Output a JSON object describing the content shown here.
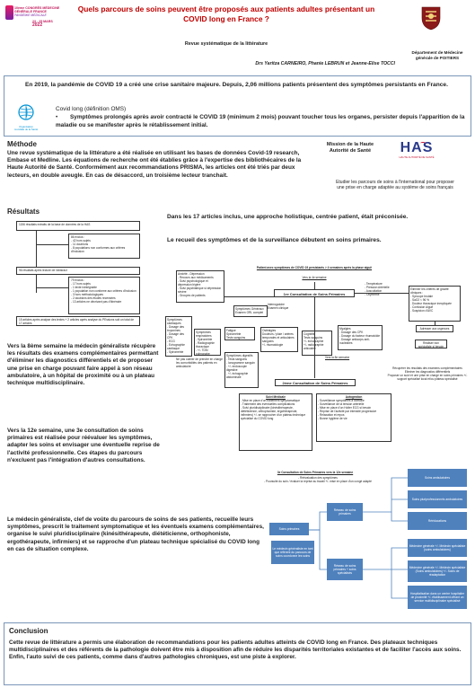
{
  "header": {
    "congress_line1": "10ème CONGRÈS MÉDECINE",
    "congress_line2": "GÉNÉRALE FRANCE",
    "congress_line3": "PANDÉMIE MÉDICALE",
    "congress_dates": "23 - 25 MARS",
    "congress_year": "2022",
    "title": "Quels parcours de soins peuvent être proposés aux patients adultes présentant un COVID long en France ?",
    "subtitle": "Revue systématique de la littérature",
    "authors": "Drs Yaritza CARNEIRO, Phanie LEBRUN et Jeanne-Elise TOCCI",
    "dept_line1": "Département de Médecine",
    "dept_line2": "générale de POITIERS"
  },
  "intro": {
    "text": "En 2019, la pandémie de COVID 19 a créé une crise sanitaire majeure. Depuis, 2,06 millions patients présentent des symptômes persistants en France."
  },
  "oms": {
    "org_line1": "Organisation",
    "org_line2": "mondiale de la Santé",
    "definition_title": "Covid long (définition OMS)",
    "definition_text": "Symptômes prolongés après avoir contracté le COVID 19 (minimum 2 mois) pouvant toucher tous les organes, persister depuis l'apparition de la maladie ou se manifester après le rétablissement initial."
  },
  "methode": {
    "heading": "Méthode",
    "text": "Une revue systématique de la littérature a été réalisée en utilisant les bases de données Covid-19 research, Embase et Medline. Les équations de recherche ont été établies grâce à l'expertise des bibliothécaires de la Haute Autorité de Santé. Conformément aux recommandations PRISMA, les articles ont été triés par deux lecteurs, en double aveugle. En cas de désaccord, un troisième lecteur tranchait.",
    "has_mission_title": "Mission de la Haute Autorité de Santé",
    "has_logo_text": "HAS",
    "has_logo_sub": "HAUTE AUTORITÉ DE SANTÉ",
    "has_mission_text": "Etudier les parcours de soins à l'international pour proposer une prise en charge adaptée au système de soins français"
  },
  "resultats": {
    "heading": "Résultats",
    "prisma": {
      "box1": "1156 résultats extraits de la base de données de la HAS",
      "box2_excl": "86 exclus :\n- 42 hors sujets\n- 11 doublons\n- 8 populations non conformes aux critères d'inclusion",
      "box3": "96 résultats après lecture de l'abstract",
      "box4_excl": "79 exclus :\n- 17 hors sujets\n- 1 texte inintégrable\n- 1 population non conforme aux critères d'inclusion\n- 3 hors méthodologiques\n- 2 doublons des études recensées\n- 13 articles ne décrivant pas d'itinéraire",
      "box5": "15 articles après analyse des textes + 2 articles après analyse du PEssions soit un total de 17 articles"
    },
    "text_holistic": "Dans les 17 articles inclus, une approche holistique, centrée patient, était préconisée.",
    "text_recueil": "Le recueil des symptômes et de la surveillance débutent en soins primaires.",
    "text_3e_semaine": "Vers la 8ème semaine la médecin généraliste récupère les résultats des examens complémentaires permettant d'éliminer les diagnostics différentiels et de proposer une prise en charge pouvant faire appel à son réseau ambulatoire, à un hôpital de proximité ou à un plateau technique multidisciplinaire.",
    "text_12e_semaine": "Vers la 12e semaine, une 3e consultation de soins primaires est réalisée pour réévaluer les symptômes, adapter les soins et envisager une éventuelle reprise de l'activité professionnelle. Ces étapes du parcours n'excluent pas l'intégration d'autres consultations.",
    "text_mg": "Le médecin généraliste, clef de voûte du parcours de soins de ses patients, recueille leurs symptômes, prescrit le traitement symptomatique et les éventuels examens complémentaires, organise le suivi pluridisciplinaire (kinésithérapeute, diététicienne, orthophoniste, ergothérapeute, infirmiers) et se rapproche d'un plateau technique spécialisé du COVID long en cas de situation complexe."
  },
  "flow": {
    "top_label": "Patient avec symptômes de COVID 19 persistants > 4 semaines après la phase aiguë",
    "vers_4e": "Vers la 4e semaine",
    "consult1": "1re Consultation de Soins Primaires",
    "interrogatoire": "- Interrogatoire\n- Examen clinique",
    "constantes": "- Température\n- Pression Artérielle\n- Auscultation\n- Oxymétrie",
    "eliminer": "Eliminer les critères de gravité cliniques :\n- Syncope brutale\n- SaO2 < 96 %\n- Douleur thoracique inexpliquée\n- Confusion Aiguë\n- Suspicion d'AVC",
    "adresser": "Adresser aux urgences",
    "anxiete": "Anxiété - Dépression\n- Recours aux médicaments\n- Suivi psychologique et dépression légère\n- Suivi psychiatrique si dépression sévère\n- Groupes de patients",
    "general": "Symptômes Généraux\nExamen ORL complet",
    "cardio": "Symptômes cardiaques\n- Dosage des troponines\n- Dosage des CPK\n- ECG\n- Echographie cardiaque\n- Spirométrie",
    "respi": "Symptômes respiratoires\n- Spirométrie\n- Radiographie thoracique\n- +/- TDM pulmonaire",
    "fatigue": "Fatigue\nSpirométrie\nTests sanguins",
    "ortho": "Ostéalgies\nDouleurs / plaie / artères temporales et articulaires\nsanguins\n+/- rhumatologie",
    "cognitif": "Cognitifs\nTests sanguins\n+/- échographie\n+/- radiographie articulaire",
    "myalgies": "Myalgies\n- Dosage des CPK\n- Dosage du facteur rhumatoïde\n- Dosage anticorps anti-nucléaires",
    "digest": "Symptômes digestifs\n- Tests sanguins\n- Ionogramme sanguin\n- +/- endoscopie digestive\n- +/- échographie abdominale",
    "gerer": "Réaliser bon spécialiste si besoin",
    "nutrition": "Ne pas oublier de prendre en charge les comorbidités des patients en ambulatoire",
    "vers_8e": "Vers la 8e semaine",
    "ressourcer": "Récupérer les résultats des examens complémentaires\nEliminer les diagnostics différentiels\nProposer un suivi et une prise en charge en soins primaires +/- support spécialisé local et/ou plateau spécialisé",
    "consult2": "2ème Consultation de Soins Primaires",
    "suivi_med_title": "Suivi Médicale",
    "suivi_med": "- Mise en place d'un traitement symptomatique\n- Traitement des éventuelles complications\n- Suivi pluridisciplinaire (kinésithérapeute, diététicienne, orthophoniste, ergothérapeute, infirmiers) +/- se rapprocher d'un plateau technique spécialisé du COVID long",
    "autogestion_title": "Autogestion",
    "autogestion": "- Surveillance symptômes à domicile\n- Surveillance de la tension artérielle\n- Mise en place d'un Holter ECG si besoin\n- Reprise de l'activité par intensité progressive\n- Relaxation et repos\n- Bonne hygiène de vie",
    "consult3": "3e Consultation de Soins Primaires vers la 12e semaine",
    "consult3_sub": "- Réévaluation des symptômes\n- Poursuite du soin / évaluer la reprise au travail +/- mise en place d'un congé adapté"
  },
  "blue_diagram": {
    "soins_primaires": "Soins primaires",
    "mg_desc": "Le médecin généraliste en tant que référent du parcours de soins coordonne les soins",
    "reseau": "Réseau de soins primaires",
    "reseau2": "Réseau de soins primaires + soins spécialisés",
    "r1": "Soins ambulatoires",
    "r2": "Soins pluriprofessionnels ambulatoires",
    "r3": "Rééducations",
    "r4": "Médecine générale +/- Médecin spécialiste (soins ambulatoires)",
    "r5": "Médecine générale +/- Médecin spécialiste (Soins ambulatoires) +/- Soins de réadaptation",
    "r6": "Hospitalisation dans un centre hospitalier de proximité +/- établissement offrant un service multidisciplinaire spécialisé"
  },
  "conclusion": {
    "heading": "Conclusion",
    "text": "Cette revue de littérature a permis une élaboration de recommandations pour les patients adultes atteints de COVID long en France. Des plateaux techniques multidisciplinaires et des référents de la pathologie doivent être mis à disposition afin de réduire les disparités territoriales existantes et de faciliter l'accès aux soins. Enfin, l'auto suivi de ces patients, comme dans d'autres pathologies chroniques, est une piste à explorer."
  },
  "colors": {
    "title_red": "#c00000",
    "blue_box": "#4f81bd",
    "has_red": "#c8102e",
    "has_blue": "#2a3a8c"
  }
}
